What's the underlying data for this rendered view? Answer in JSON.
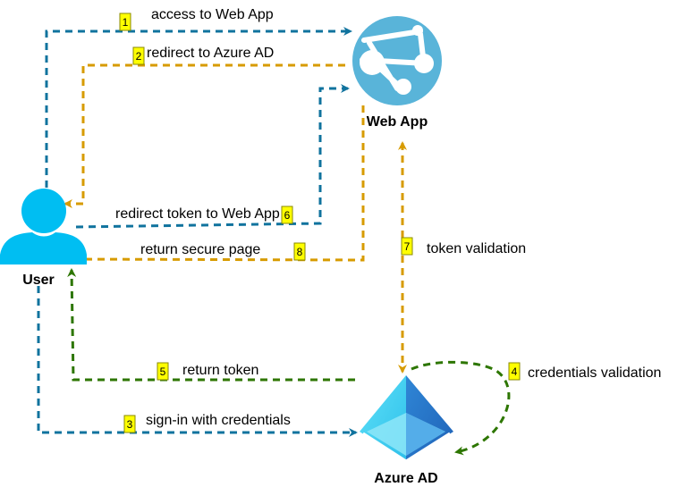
{
  "nodes": {
    "user": "User",
    "web_app": "Web App",
    "azure_ad": "Azure AD"
  },
  "steps": [
    {
      "num": "1",
      "label": "access to Web App"
    },
    {
      "num": "2",
      "label": "redirect to Azure AD"
    },
    {
      "num": "3",
      "label": "sign-in with credentials"
    },
    {
      "num": "4",
      "label": "credentials validation"
    },
    {
      "num": "5",
      "label": "return token"
    },
    {
      "num": "6",
      "label": "redirect token to Web App"
    },
    {
      "num": "7",
      "label": "token validation"
    },
    {
      "num": "8",
      "label": "return secure page"
    }
  ],
  "colors": {
    "blue": "#10739e",
    "orange": "#d79b00",
    "green": "#2d7600",
    "badge": "#ffff00",
    "user_icon": "#00bef2",
    "webapp_icon": "#59b4d9"
  }
}
